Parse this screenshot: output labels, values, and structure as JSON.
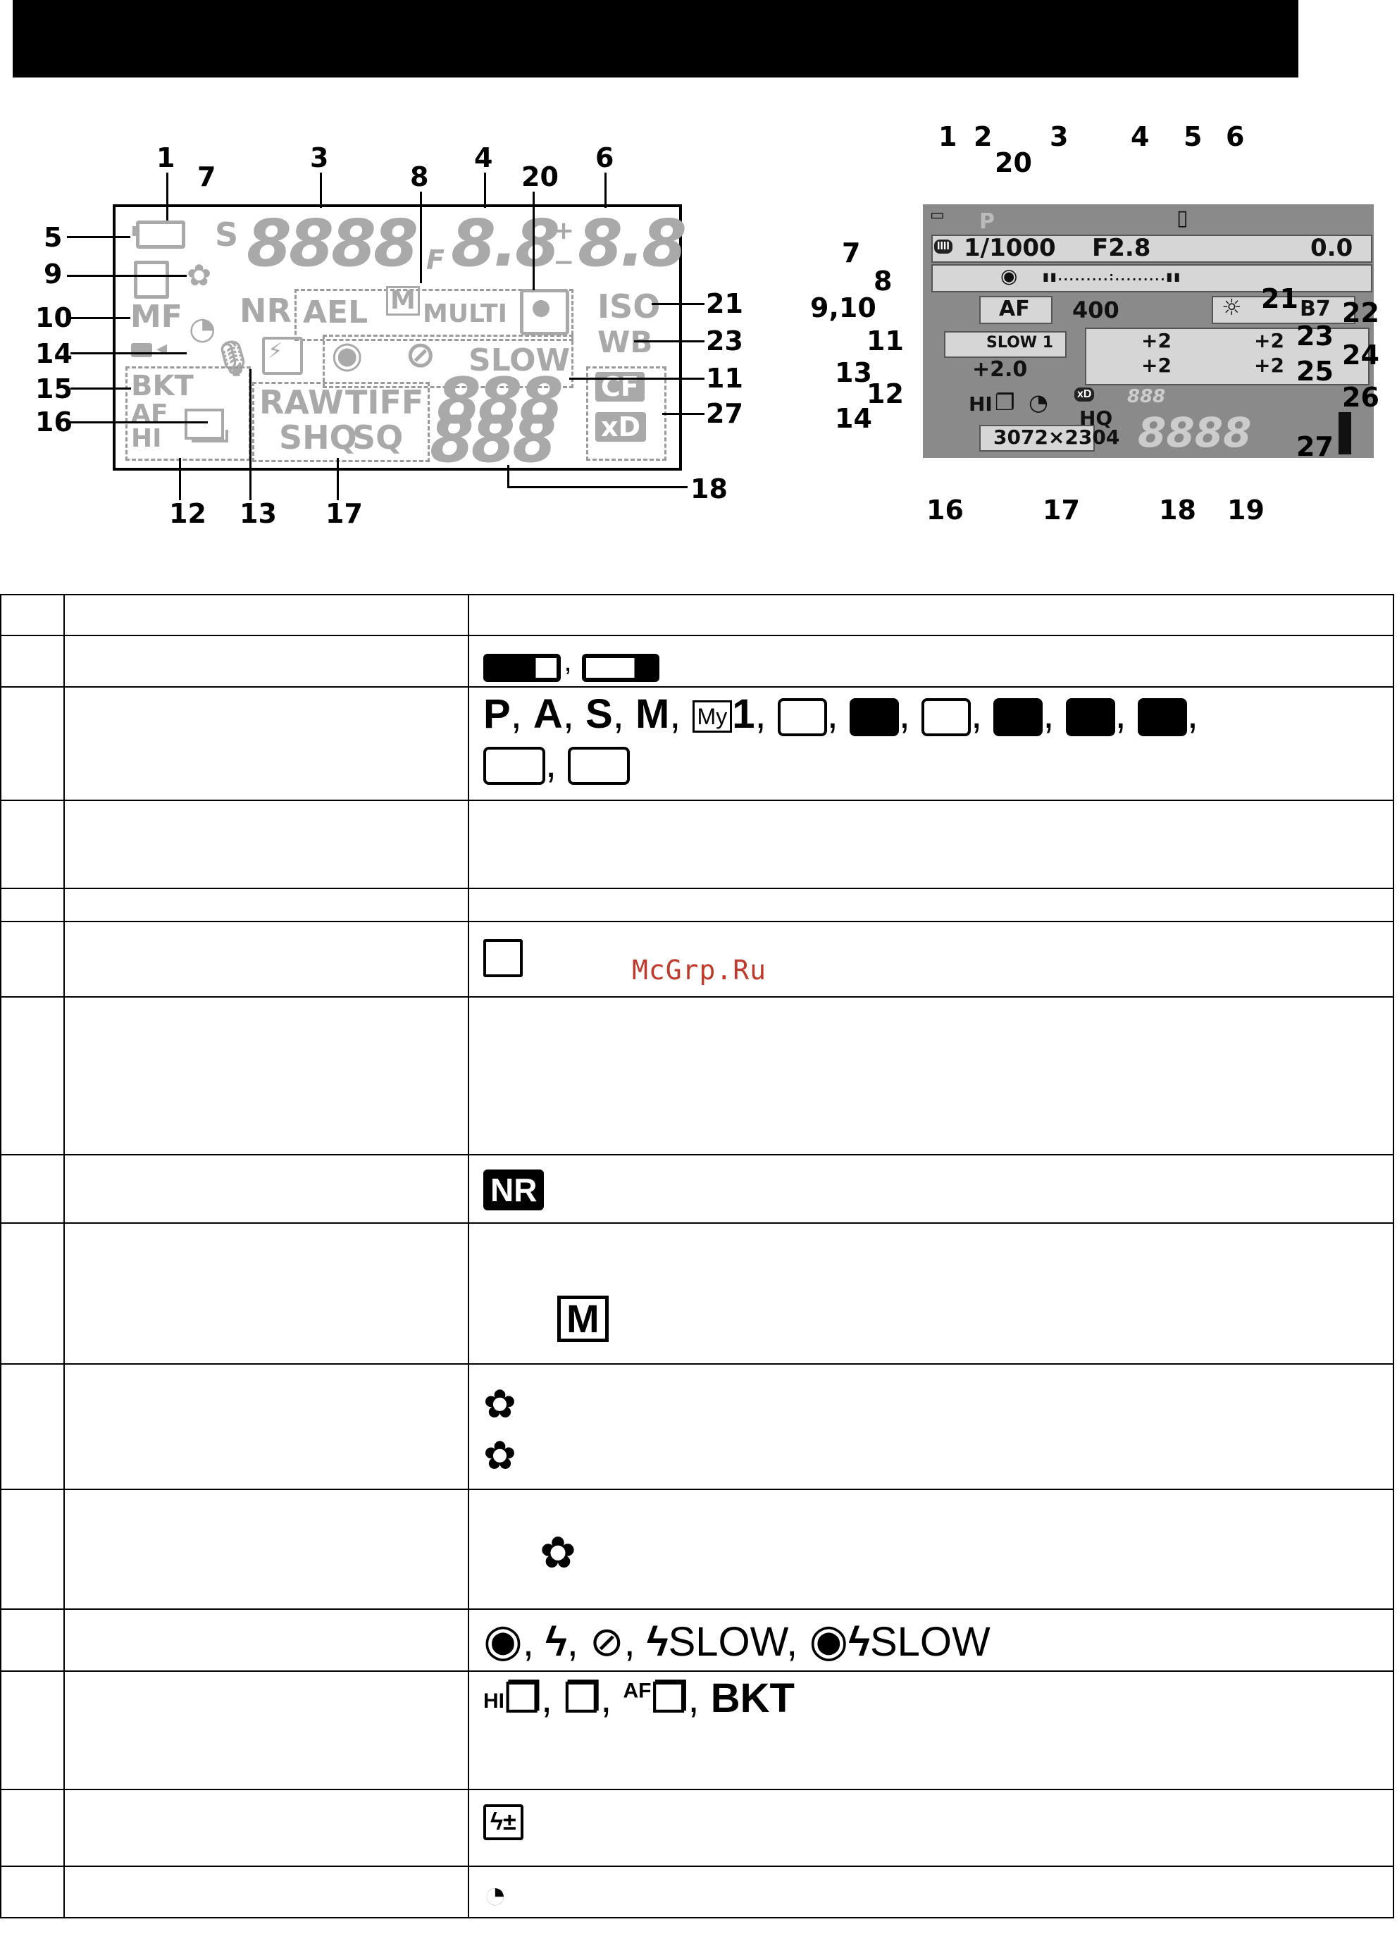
{
  "left_diagram": {
    "callouts_top": [
      "1",
      "7",
      "3",
      "8",
      "4",
      "20",
      "6"
    ],
    "callouts_left": [
      "5",
      "9",
      "10",
      "14",
      "15",
      "16"
    ],
    "callouts_right": [
      "21",
      "23",
      "11",
      "27",
      "18"
    ],
    "callouts_bottom": [
      "12",
      "13",
      "17"
    ],
    "display": {
      "shutter_prefix": "S",
      "shutter_digits": "8888",
      "aperture_prefix": "F",
      "aperture_digits": "8.8",
      "exposure_digits": "8.8",
      "exposure_plus": "+",
      "exposure_minus": "−",
      "mf": "MF",
      "nr": "NR",
      "ael": "AEL",
      "ael_m": "M",
      "multi": "MULTI",
      "iso": "ISO",
      "wb": "WB",
      "slow": "SLOW",
      "bkt": "BKT",
      "af": "AF",
      "hi": "HI",
      "raw": "RAW",
      "tiff": "TIFF",
      "shq": "SHQ",
      "sq": "SQ",
      "counter_top": "888",
      "counter_bottom": "888",
      "card_cf": "CF",
      "card_xd": "xD"
    }
  },
  "right_diagram": {
    "callouts_top": [
      "1",
      "2",
      "20",
      "3",
      "4",
      "5",
      "6"
    ],
    "callouts_left": [
      "7",
      "8",
      "9,10",
      "11",
      "13",
      "12",
      "14"
    ],
    "callouts_right": [
      "21",
      "22",
      "23",
      "24",
      "25",
      "26",
      "27"
    ],
    "callouts_bottom": [
      "16",
      "17",
      "18",
      "19"
    ],
    "screen": {
      "mode": "P",
      "shutter": "1/1000",
      "aperture": "F2.8",
      "exposure": "0.0",
      "focus": "AF",
      "iso": "400",
      "wb": "B7",
      "flash_slow": "SLOW 1",
      "flash_comp": "+2.0",
      "hi": "HI",
      "resolution": "3072×2304",
      "quality": "HQ",
      "counter": "8888",
      "plus2_a": "+2",
      "plus2_b": "+2",
      "plus2_c": "+2",
      "plus2_d": "+2",
      "small_counter": "888"
    }
  },
  "table": {
    "rows": [
      {
        "num": "",
        "name": "",
        "icons": ""
      },
      {
        "num": "",
        "name": "",
        "icons": "battery-full, battery-low"
      },
      {
        "num": "",
        "name": "",
        "line1": "P, A, S, M, My1, movie, portrait, sport, night-portrait, landscape, night-scene,",
        "line2": "macro, underwater"
      },
      {
        "num": "",
        "name": "",
        "icons": ""
      },
      {
        "num": "",
        "name": "",
        "icons": ""
      },
      {
        "num": "",
        "name": "",
        "icons": "shading-icon"
      },
      {
        "num": "",
        "name": "",
        "icons": ""
      },
      {
        "num": "",
        "name": "",
        "icons": "NR"
      },
      {
        "num": "",
        "name": "",
        "icons": "M"
      },
      {
        "num": "",
        "name": "",
        "icons": "macro, macro"
      },
      {
        "num": "",
        "name": "",
        "icons": "macro"
      },
      {
        "num": "",
        "name": "",
        "icons": "red-eye, flash, flash-off, SLOW, red-eye SLOW"
      },
      {
        "num": "",
        "name": "",
        "icons": "HI, sequential, AF sequential, BKT"
      },
      {
        "num": "",
        "name": "",
        "icons": "flash-comp"
      },
      {
        "num": "",
        "name": "",
        "icons": "self-timer"
      }
    ],
    "slow_label": "SLOW",
    "bkt_label": "BKT",
    "hi_label": "HI",
    "af_label": "AF",
    "p_label": "P",
    "a_label": "A",
    "s_label": "S",
    "m_label": "M",
    "my_label": "My",
    "my_num": "1",
    "nr_label": "NR"
  },
  "watermark": "McGrp.Ru"
}
